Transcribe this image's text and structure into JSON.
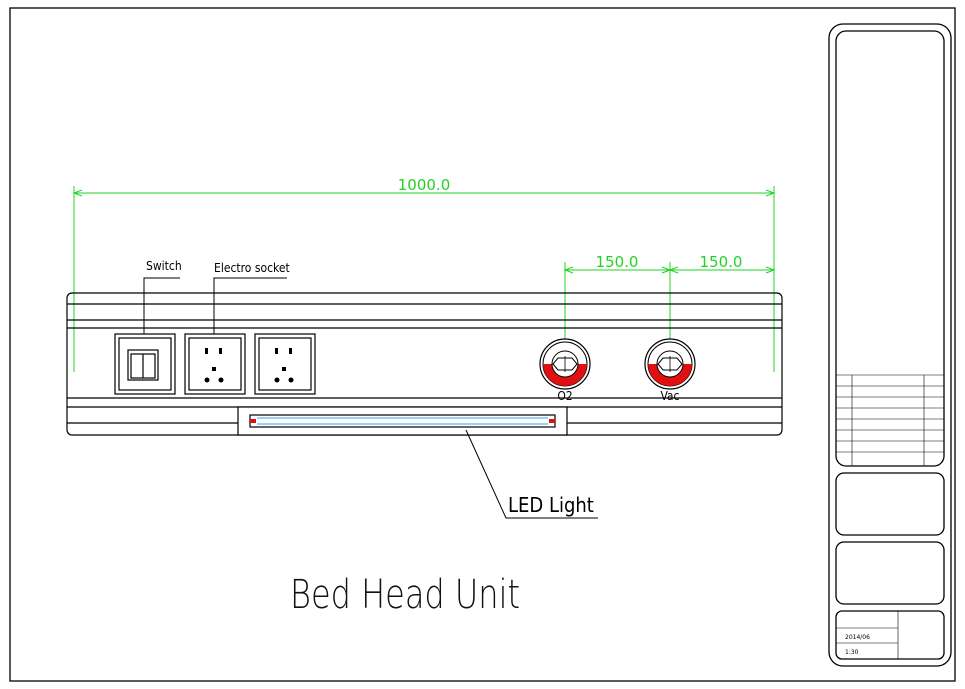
{
  "title": "Bed Head Unit",
  "dimensions": {
    "overall": "1000.0",
    "o2_to_vac": "150.0",
    "vac_to_end": "150.0"
  },
  "labels": {
    "switch": "Switch",
    "electro_socket": "Electro socket",
    "o2": "O2",
    "vac": "Vac",
    "led_light": "LED Light"
  },
  "title_block": {
    "date": "2014/06",
    "scale": "1:30"
  },
  "colors": {
    "outline": "#000000",
    "dimension": "#22d422",
    "gas_outlet_fill": "#e01010",
    "led_tube": "#2aa8ff"
  }
}
